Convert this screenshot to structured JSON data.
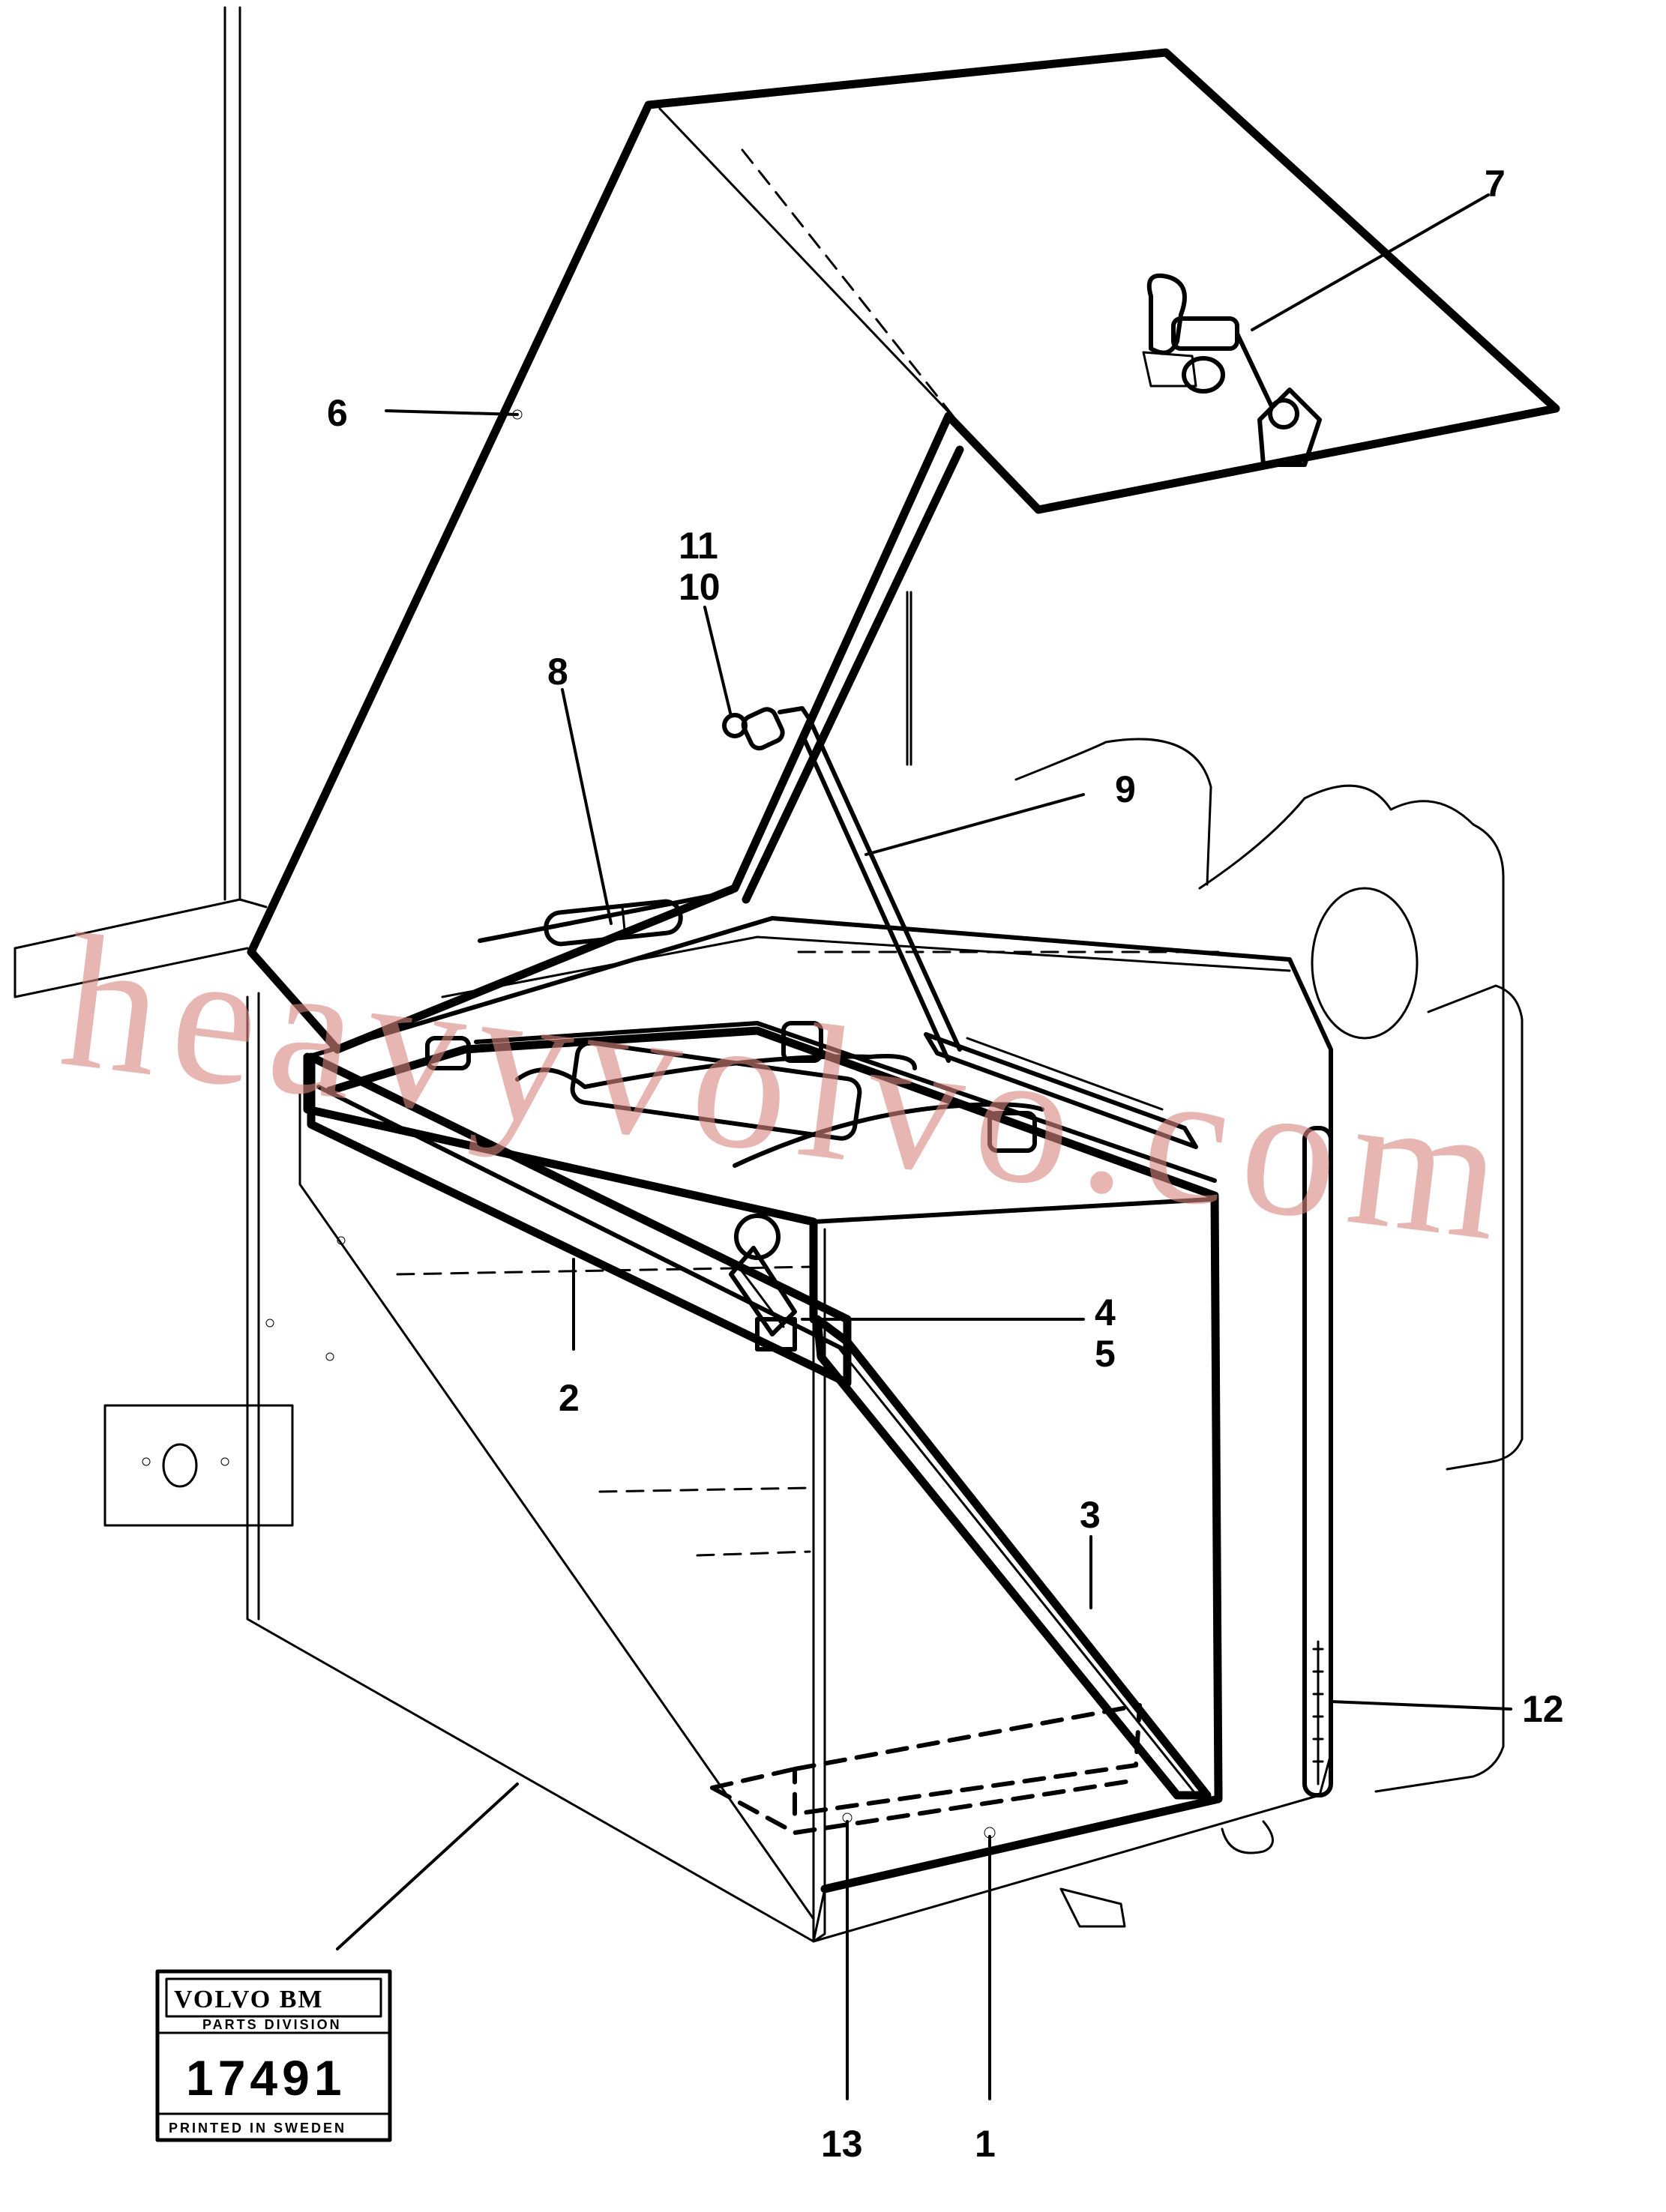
{
  "callouts": {
    "c1": "1",
    "c2": "2",
    "c3": "3",
    "c4": "4",
    "c5": "5",
    "c6": "6",
    "c7": "7",
    "c8": "8",
    "c9": "9",
    "c10": "10",
    "c11": "11",
    "c12": "12",
    "c13": "13"
  },
  "watermark": "heavyvolvo.com",
  "stamp": {
    "brand": "VOLVO BM",
    "division": "PARTS DIVISION",
    "number": "17491",
    "printed": "PRINTED IN SWEDEN"
  },
  "colors": {
    "ink": "#000000",
    "watermark": "#d9877f",
    "background": "#ffffff"
  }
}
